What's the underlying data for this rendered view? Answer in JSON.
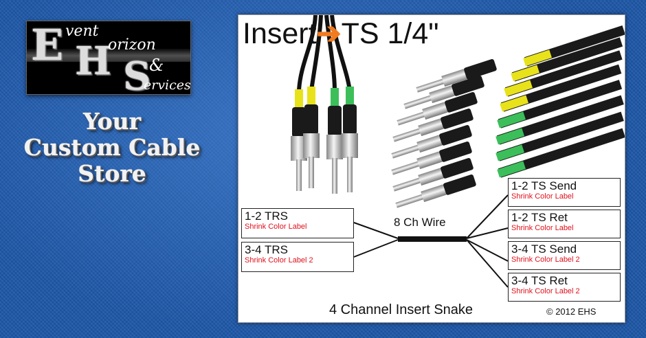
{
  "logo": {
    "letters": [
      "E",
      "H",
      "S"
    ],
    "words": [
      "vent",
      "orizon",
      "&",
      "ervices"
    ]
  },
  "tagline": [
    "Your",
    "Custom Cable",
    "Store"
  ],
  "panel": {
    "title_left": "Insert",
    "arrow": "➔",
    "title_right": "TS 1/4\"",
    "wire_label": "8 Ch Wire",
    "footer": "4 Channel Insert Snake",
    "copyright": "© 2012 EHS",
    "left_boxes": [
      {
        "main": "1-2 TRS",
        "sub": "Shrink Color Label"
      },
      {
        "main": "3-4 TRS",
        "sub": "Shrink Color Label 2"
      }
    ],
    "right_boxes": [
      {
        "main": "1-2 TS Send",
        "sub": "Shrink Color Label"
      },
      {
        "main": "1-2 TS Ret",
        "sub": "Shrink Color Label"
      },
      {
        "main": "3-4 TS Send",
        "sub": "Shrink Color Label 2"
      },
      {
        "main": "3-4 TS Ret",
        "sub": "Shrink Color Label 2"
      }
    ]
  },
  "colors": {
    "background": "#1d57a8",
    "arrow": "#f07b20",
    "sublabel": "#e0101a",
    "shrink_yellow": "#e8e21a",
    "shrink_green": "#3cbf5a"
  }
}
